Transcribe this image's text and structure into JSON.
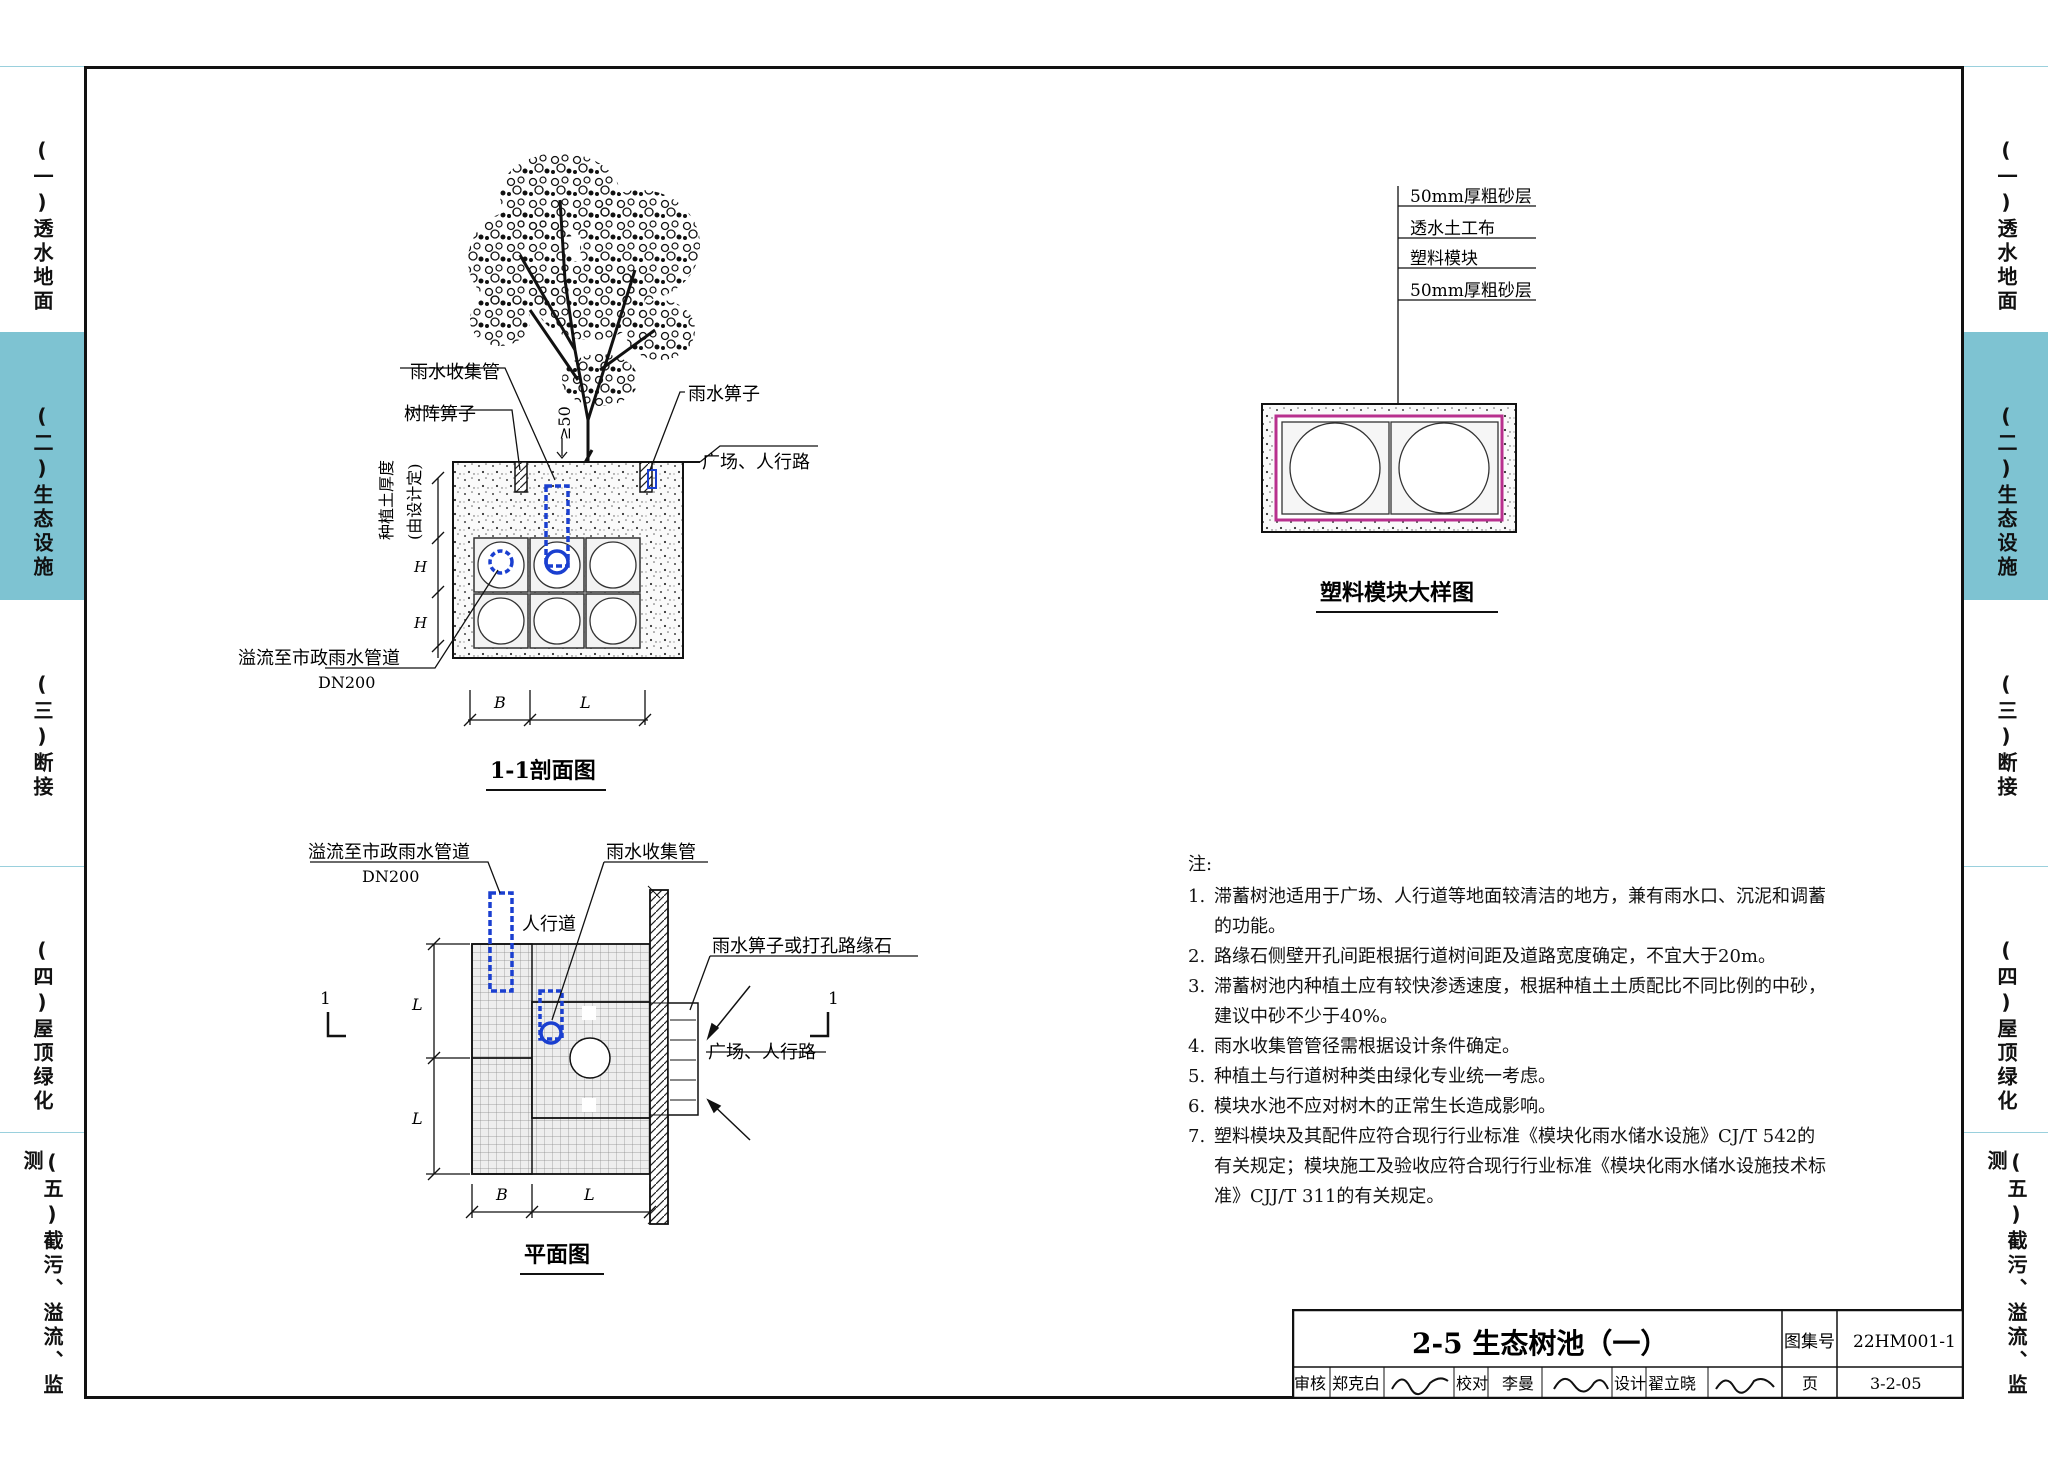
{
  "side_tabs": [
    {
      "label": "(一)透水地面",
      "active": false
    },
    {
      "label": "(二)生态设施",
      "active": true
    },
    {
      "label": "(三)断接",
      "active": false
    },
    {
      "label": "(四)屋顶绿化",
      "active": false
    },
    {
      "label": "(五)截污、溢流、监测",
      "active": false
    }
  ],
  "section_view": {
    "title": "1-1剖面图",
    "labels": {
      "rain_collect_pipe": "雨水收集管",
      "tree_grate": "树阵箅子",
      "rain_grate": "雨水箅子",
      "plaza_sidewalk": "广场、人行路",
      "soil_depth": "种植土厚度",
      "soil_depth_note": "(由设计定)",
      "h_dim": "H",
      "min_50": "≥50",
      "overflow": "溢流至市政雨水管道",
      "dn": "DN200",
      "b_dim": "B",
      "l_dim": "L"
    }
  },
  "plan_view": {
    "title": "平面图",
    "labels": {
      "overflow": "溢流至市政雨水管道",
      "dn": "DN200",
      "rain_collect_pipe": "雨水收集管",
      "sidewalk": "人行道",
      "grate_or_curb": "雨水箅子或打孔路缘石",
      "plaza_sidewalk": "广场、人行路",
      "section_mark": "1",
      "l_dim": "L",
      "b_dim": "B"
    }
  },
  "module_detail": {
    "title": "塑料模块大样图",
    "layers": [
      "50mm厚粗砂层",
      "透水土工布",
      "塑料模块",
      "50mm厚粗砂层"
    ]
  },
  "notes": {
    "heading": "注:",
    "items": [
      {
        "num": "1.",
        "text": "滞蓄树池适用于广场、人行道等地面较清洁的地方，兼有雨水口、沉泥和调蓄的功能。"
      },
      {
        "num": "2.",
        "text": "路缘石侧壁开孔间距根据行道树间距及道路宽度确定，不宜大于20m。"
      },
      {
        "num": "3.",
        "text": "滞蓄树池内种植土应有较快渗透速度，根据种植土土质配比不同比例的中砂，建议中砂不少于40%。"
      },
      {
        "num": "4.",
        "text": "雨水收集管管径需根据设计条件确定。"
      },
      {
        "num": "5.",
        "text": "种植土与行道树种类由绿化专业统一考虑。"
      },
      {
        "num": "6.",
        "text": "模块水池不应对树木的正常生长造成影响。"
      },
      {
        "num": "7.",
        "text": "塑料模块及其配件应符合现行行业标准《模块化雨水储水设施》CJ/T 542的有关规定；模块施工及验收应符合现行行业标准《模块化雨水储水设施技术标准》CJJ/T 311的有关规定。"
      }
    ]
  },
  "title_block": {
    "title": "2-5 生态树池（一）",
    "atlas_label": "图集号",
    "atlas_no": "22HM001-1",
    "review_label": "审核",
    "reviewer": "郑克白",
    "check_label": "校对",
    "checker": "李曼",
    "design_label": "设计",
    "designer": "翟立晓",
    "page_label": "页",
    "page_no": "3-2-05"
  }
}
